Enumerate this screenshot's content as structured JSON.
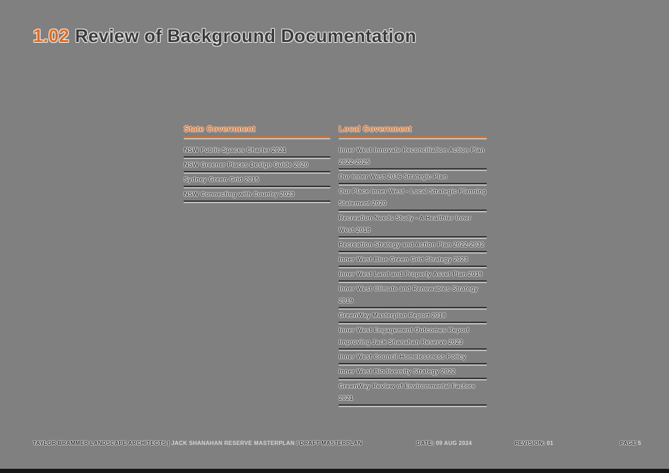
{
  "title": {
    "number": "1.02",
    "text": "Review of Background Documentation"
  },
  "columns": {
    "state": {
      "header": "State Government",
      "items": [
        "NSW Public Spaces Charter 2021",
        "NSW Greener Places Design Guide 2020",
        "Sydney Green Grid 2015",
        "NSW Connecting with Country 2023"
      ]
    },
    "local": {
      "header": "Local Government",
      "items": [
        "Inner West Innovate Reconciliation Action Plan 2022-2025",
        "Our Inner West 2036 Strategic Plan",
        "Our Place Inner West - Local Strategic Planning Statement 2020",
        "Recreation Needs Study - A Healthier Inner West 2018",
        "Recreation Strategy and Action Plan 2022-2032",
        "Inner West Blue Green Grid Strategy 2023",
        "Inner West Land and Property Asset Plan 2019",
        "Inner West Climate and Renewables Strategy 2019",
        "GreenWay Masterplan Report 2018",
        "Inner West Engagement Outcomes Report Improving Jack Shanahan Reserve 2023",
        "Inner West Council Homelessness Policy",
        "Inner West Biodiversity Strategy 2022",
        "GreenWay Review of Environmental Factors 2021"
      ]
    }
  },
  "footer": {
    "left_segment_1": "TAYLOR BRAMMER LANDSCAPE ARCHITECTS |",
    "left_segment_2": "JACK SHANAHAN RESERVE MASTERPLAN",
    "left_segment_3": "/ DRAFT MASTERPLAN",
    "date_label": "DATE:",
    "date_value": "09 AUG 2024",
    "revision_label": "REVISION:",
    "revision_value": "01",
    "page_label": "PAGE",
    "page_value": "5"
  },
  "colors": {
    "accent_orange": "#e06c1f",
    "background_gray": "#808080",
    "text_dark": "#3b3b3d",
    "footer_light_text": "#d6d6d6",
    "bottom_bar": "#161616"
  }
}
